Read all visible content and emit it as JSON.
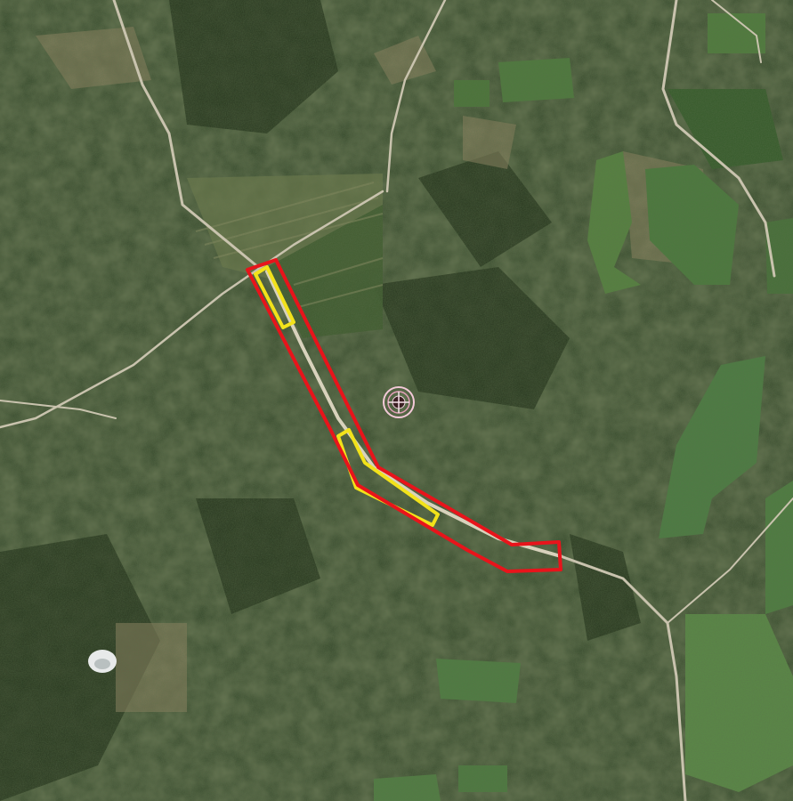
{
  "map": {
    "view": "satellite",
    "overlays": {
      "outer_boundary": {
        "color": "#e8141b",
        "description": "area boundary"
      },
      "inner_sections": {
        "color": "#f2e21a",
        "count": 2
      },
      "marker": {
        "icon": "crosshair-circle-icon",
        "color": "#e9b7c9"
      }
    },
    "colors": {
      "forest_dark": "#22311a",
      "forest_mid": "#3b4f2a",
      "field_green": "#4f7a3e",
      "road": "#c9c3ae",
      "clearing": "#9a8c6c"
    }
  }
}
